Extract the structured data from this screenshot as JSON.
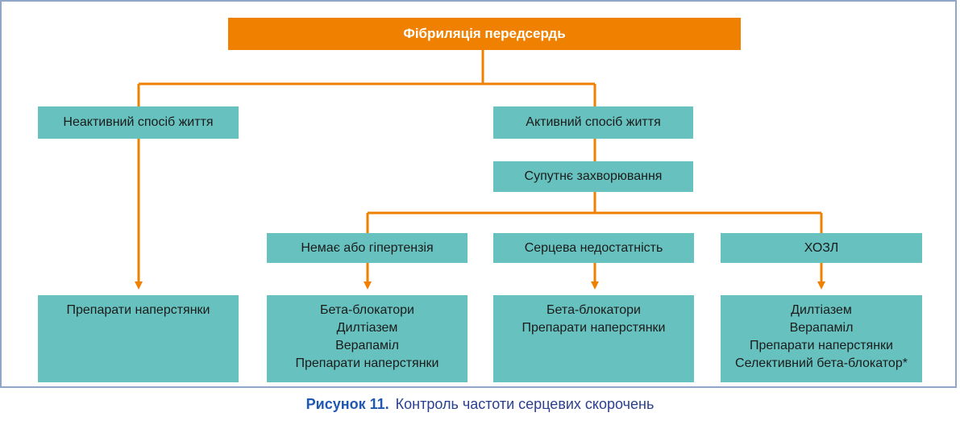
{
  "root": {
    "label": "Фібриляція передсердь"
  },
  "level1": {
    "inactive": "Неактивний спосіб життя",
    "active": "Активний спосіб життя"
  },
  "comorbidity": "Супутнє захворювання",
  "conditions": {
    "hypertension": "Немає або гіпертензія",
    "heart_failure": "Серцева недостатність",
    "copd": "ХОЗЛ"
  },
  "results": {
    "inactive": [
      "Препарати наперстянки"
    ],
    "hypertension": [
      "Бета-блокатори",
      "Дилтіазем",
      "Верапаміл",
      "Препарати наперстянки"
    ],
    "heart_failure": [
      "Бета-блокатори",
      "Препарати наперстянки"
    ],
    "copd": [
      "Дилтіазем",
      "Верапаміл",
      "Препарати наперстянки",
      "Селективний бета-блокатор*"
    ]
  },
  "caption": {
    "number": "Рисунок 11.",
    "text": "Контроль частоти серцевих скорочень"
  },
  "colors": {
    "accent": "#f08100",
    "box": "#67c2bf",
    "connector": "#f08100",
    "frame": "#8fa6c8",
    "caption": "#2a3f8f"
  }
}
